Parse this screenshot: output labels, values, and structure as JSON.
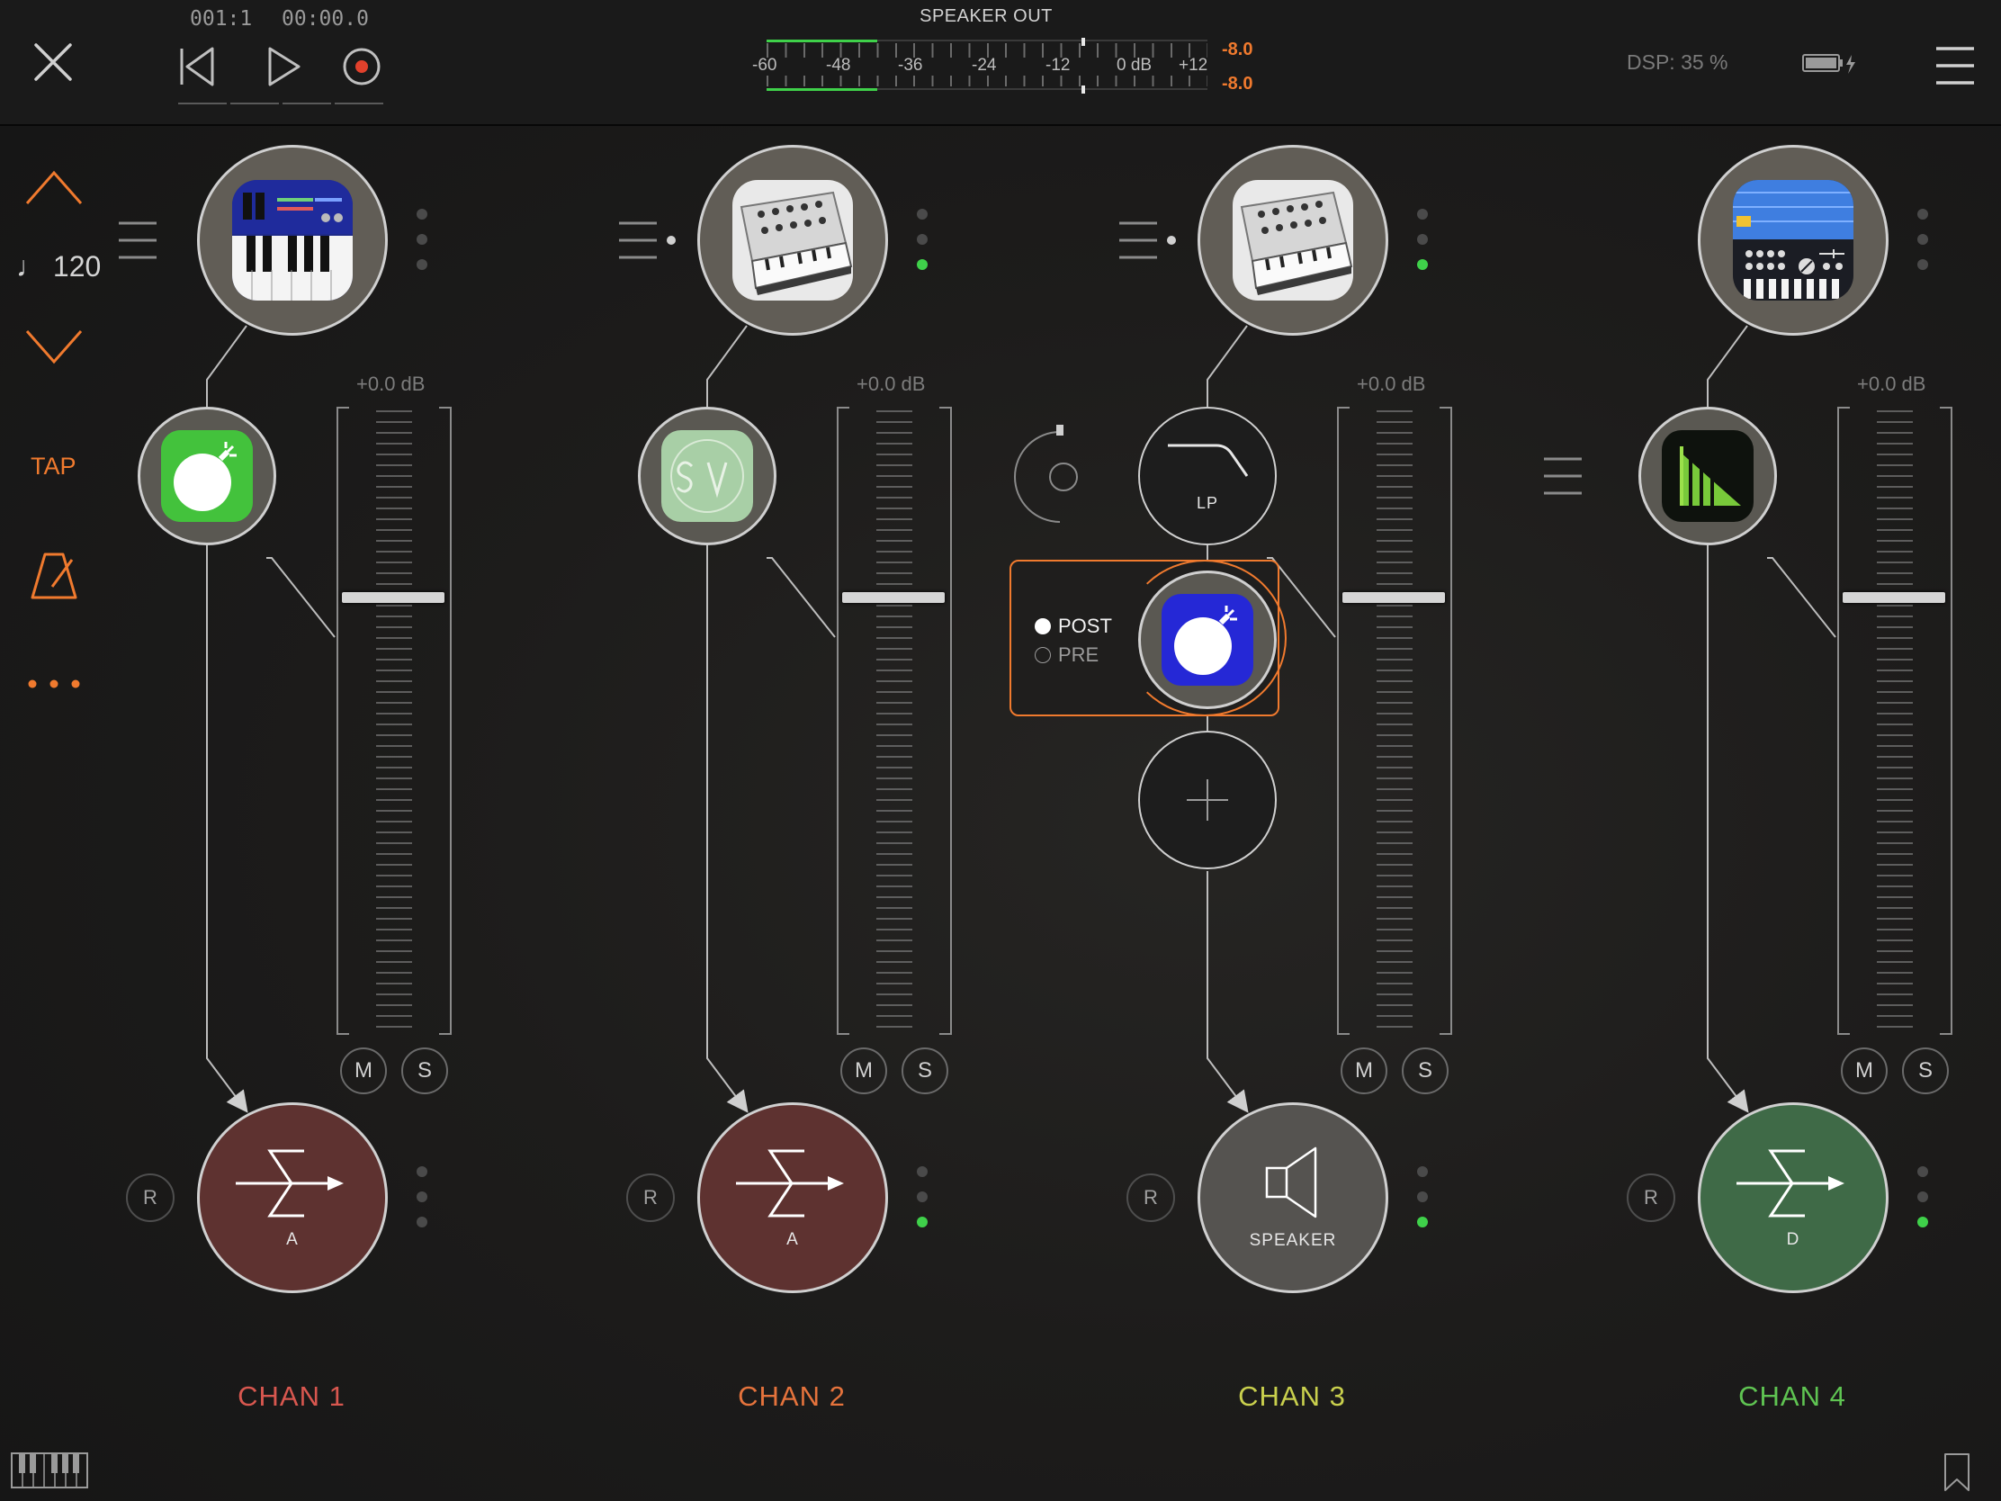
{
  "transport": {
    "position_bars": "001:1",
    "position_time": "00:00.0"
  },
  "meter": {
    "title": "SPEAKER OUT",
    "scale": [
      "-60",
      "-48",
      "-36",
      "-24",
      "-12",
      "0 dB",
      "+12"
    ],
    "peak_left": "-8.0",
    "peak_right": "-8.0",
    "level_fraction": 0.25
  },
  "status": {
    "dsp": "DSP: 35 %"
  },
  "sidebar": {
    "tempo": "♩ 120",
    "tap_label": "TAP"
  },
  "colors": {
    "accent": "#f07a2e",
    "meter_green": "#3fd14a",
    "chan1": "#d8574f",
    "chan2": "#e5733c",
    "chan3": "#c9d04d",
    "chan4": "#5fc452",
    "bus_red": "#5e3230",
    "bus_green": "#3f6a47",
    "speaker_gray": "#555350"
  },
  "channels": [
    {
      "name": "CHAN 1",
      "gain": "+0.0 dB",
      "mute": "M",
      "solo": "S",
      "record": "R",
      "source_icon": "synth-keyboard-icon",
      "fx_icon": "bomb-fx-icon",
      "output_label": "A",
      "output_icon": "sum-bus-icon",
      "fader_fraction": 0.7
    },
    {
      "name": "CHAN 2",
      "gain": "+0.0 dB",
      "mute": "M",
      "solo": "S",
      "record": "R",
      "source_icon": "analog-synth-icon",
      "fx_icon": "sv-fx-icon",
      "output_label": "A",
      "output_icon": "sum-bus-icon",
      "fader_fraction": 0.7
    },
    {
      "name": "CHAN 3",
      "gain": "+0.0 dB",
      "mute": "M",
      "solo": "S",
      "record": "R",
      "source_icon": "analog-synth-icon",
      "fx_filter_label": "LP",
      "fx_icon": "bomb-fx-icon",
      "send_post": "POST",
      "send_pre": "PRE",
      "output_label": "SPEAKER",
      "output_icon": "speaker-icon",
      "fader_fraction": 0.7
    },
    {
      "name": "CHAN 4",
      "gain": "+0.0 dB",
      "mute": "M",
      "solo": "S",
      "record": "R",
      "source_icon": "drum-machine-icon",
      "fx_icon": "ramp-fx-icon",
      "output_label": "D",
      "output_icon": "sum-bus-icon",
      "fader_fraction": 0.7
    }
  ]
}
